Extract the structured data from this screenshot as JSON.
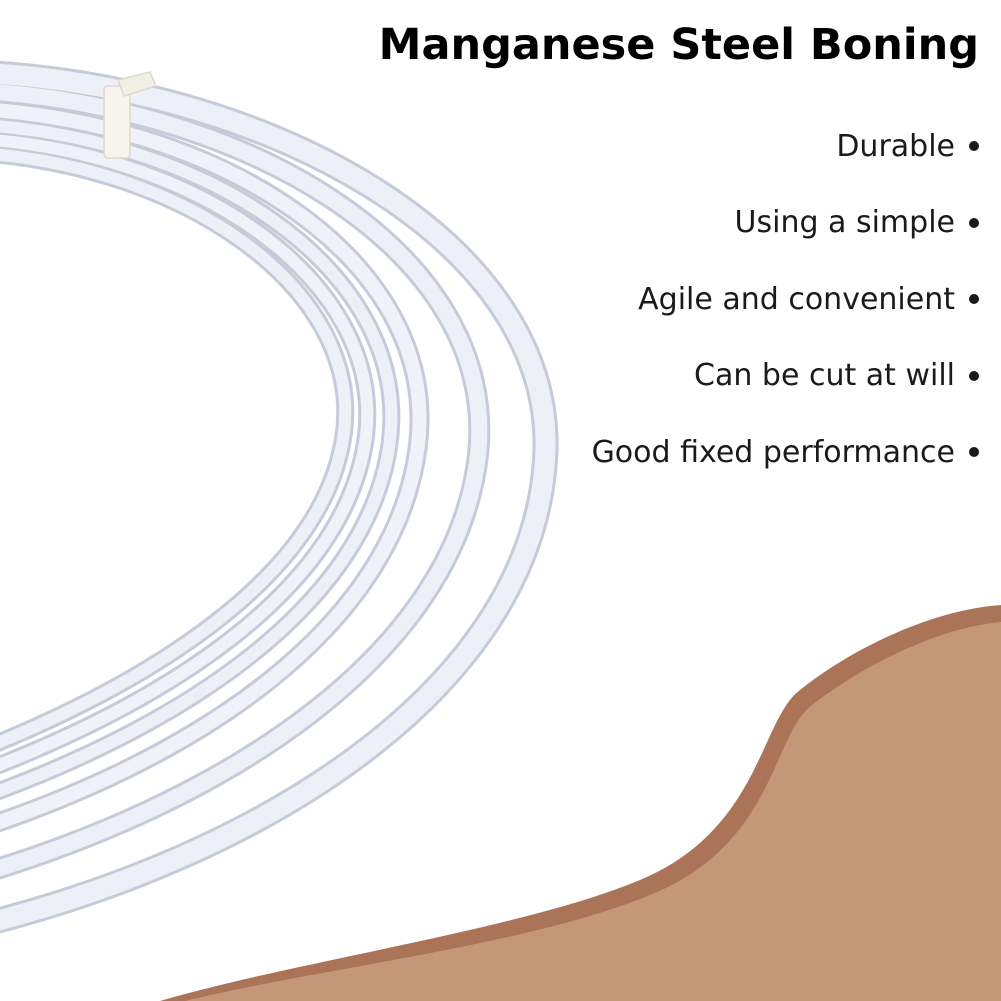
{
  "product": {
    "title": "Manganese Steel Boning",
    "features": [
      "Durable",
      "Using a simple",
      "Agile and convenient",
      "Can be cut at will",
      "Good fixed performance"
    ]
  },
  "colors": {
    "background": "#ffffff",
    "accent_shape": "#c4977b",
    "accent_shape_edge": "#ab7358",
    "boning_strip": "#eef0f8",
    "boning_shadow": "#c7cad9",
    "text": "#000000"
  },
  "icons": {
    "bullet": "bullet-dot-icon"
  }
}
